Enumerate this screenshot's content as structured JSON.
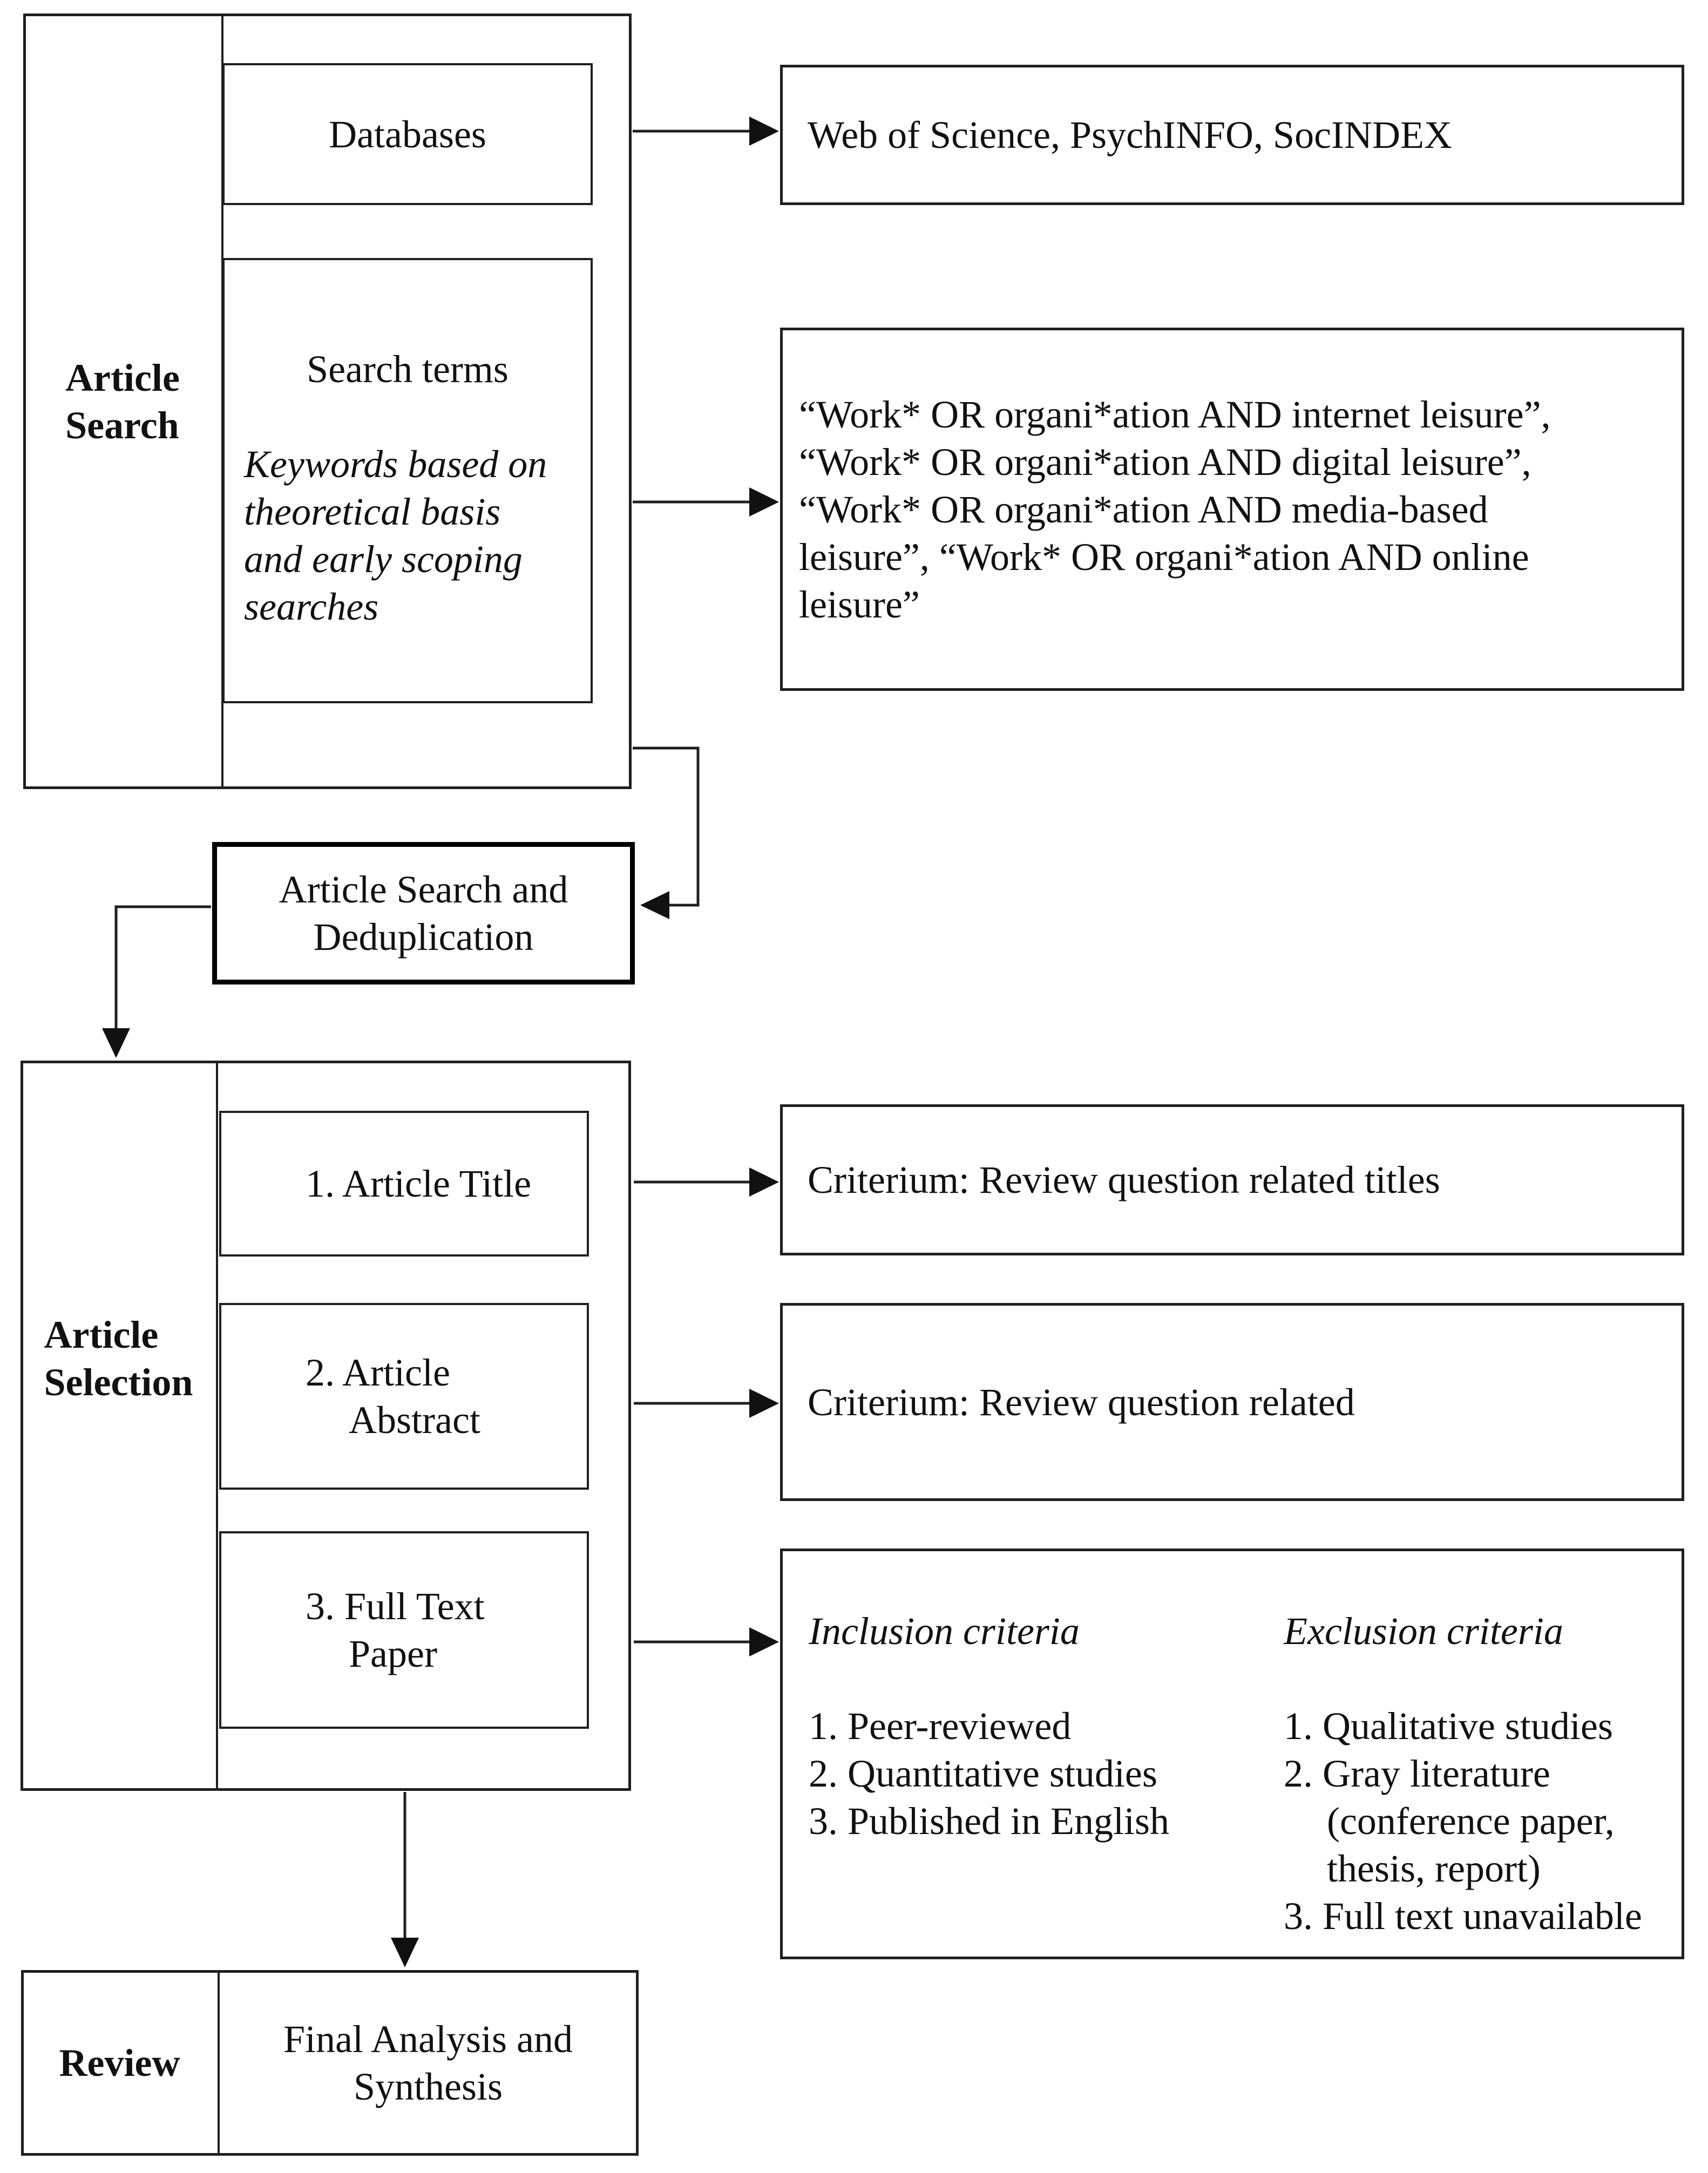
{
  "diagram": {
    "stages": {
      "article_search": {
        "label_lines": [
          "Article",
          "Search"
        ]
      },
      "article_selection": {
        "label_lines": [
          "Article",
          "Selection"
        ]
      },
      "review": {
        "label_line": "Review"
      }
    },
    "search": {
      "databases_title": "Databases",
      "search_terms_title": "Search terms",
      "keywords_note_lines": [
        "Keywords based on",
        "theoretical basis",
        "and early scoping",
        "searches"
      ],
      "databases_value": "Web of Science, PsychINFO, SocINDEX",
      "query_lines": [
        "“Work* OR organi*ation AND internet leisure”,",
        "“Work* OR organi*ation AND digital leisure”,",
        "“Work* OR organi*ation AND media-based",
        "leisure”, “Work* OR organi*ation AND online",
        "leisure”"
      ]
    },
    "dedup": {
      "lines": [
        "Article Search and",
        "Deduplication"
      ]
    },
    "selection": {
      "step1_title": "1. Article Title",
      "step2_lines": [
        "2. Article",
        "Abstract"
      ],
      "step3_lines": [
        "3. Full Text",
        "Paper"
      ],
      "criterium_title": "Criterium: Review question related titles",
      "criterium_abstract": "Criterium: Review question related",
      "inclusion": {
        "heading": "Inclusion criteria",
        "items": [
          "1. Peer-reviewed",
          "2. Quantitative studies",
          "3. Published in English"
        ]
      },
      "exclusion": {
        "heading": "Exclusion criteria",
        "lines": [
          "1. Qualitative studies",
          "2. Gray literature",
          "(conference paper,",
          "thesis, report)",
          "3. Full text unavailable"
        ]
      }
    },
    "review": {
      "final_lines": [
        "Final Analysis and",
        "Synthesis"
      ]
    }
  }
}
